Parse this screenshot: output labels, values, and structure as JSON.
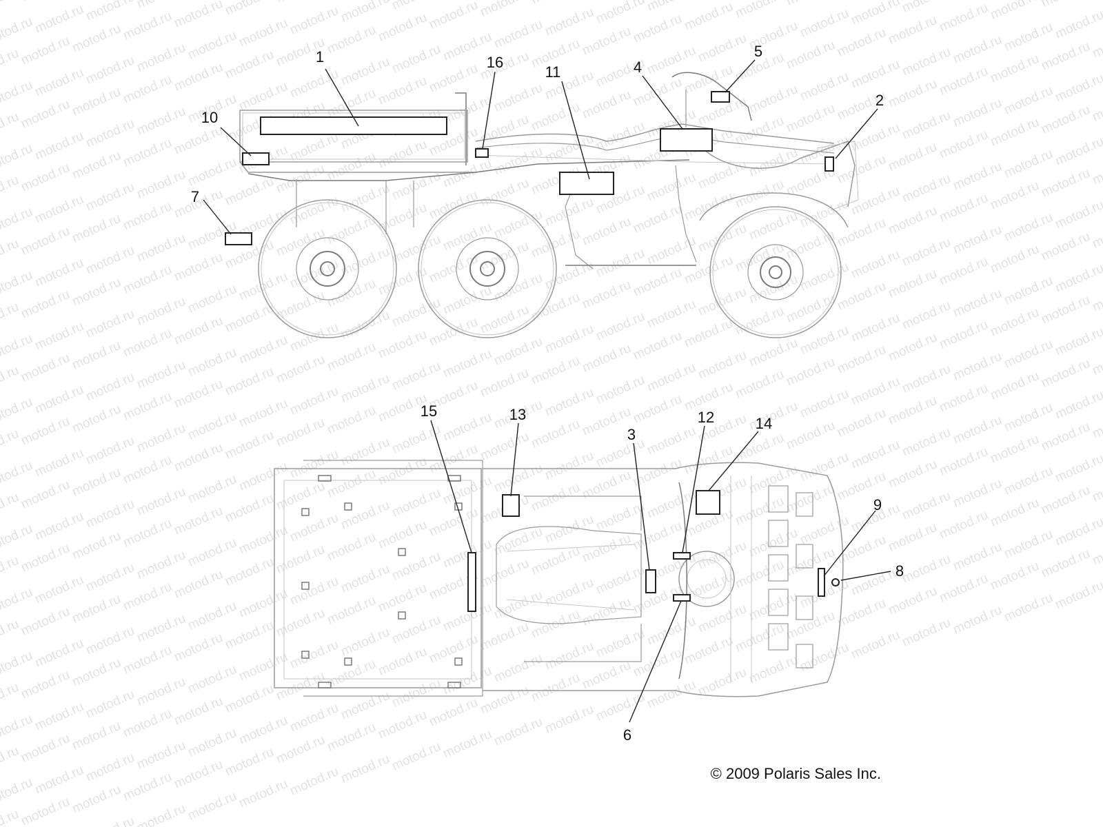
{
  "watermark": {
    "text": "motod.ru"
  },
  "callouts": [
    "1",
    "2",
    "3",
    "4",
    "5",
    "6",
    "7",
    "8",
    "9",
    "10",
    "11",
    "12",
    "13",
    "14",
    "15",
    "16"
  ],
  "copyright": "© 2009 Polaris Sales Inc."
}
